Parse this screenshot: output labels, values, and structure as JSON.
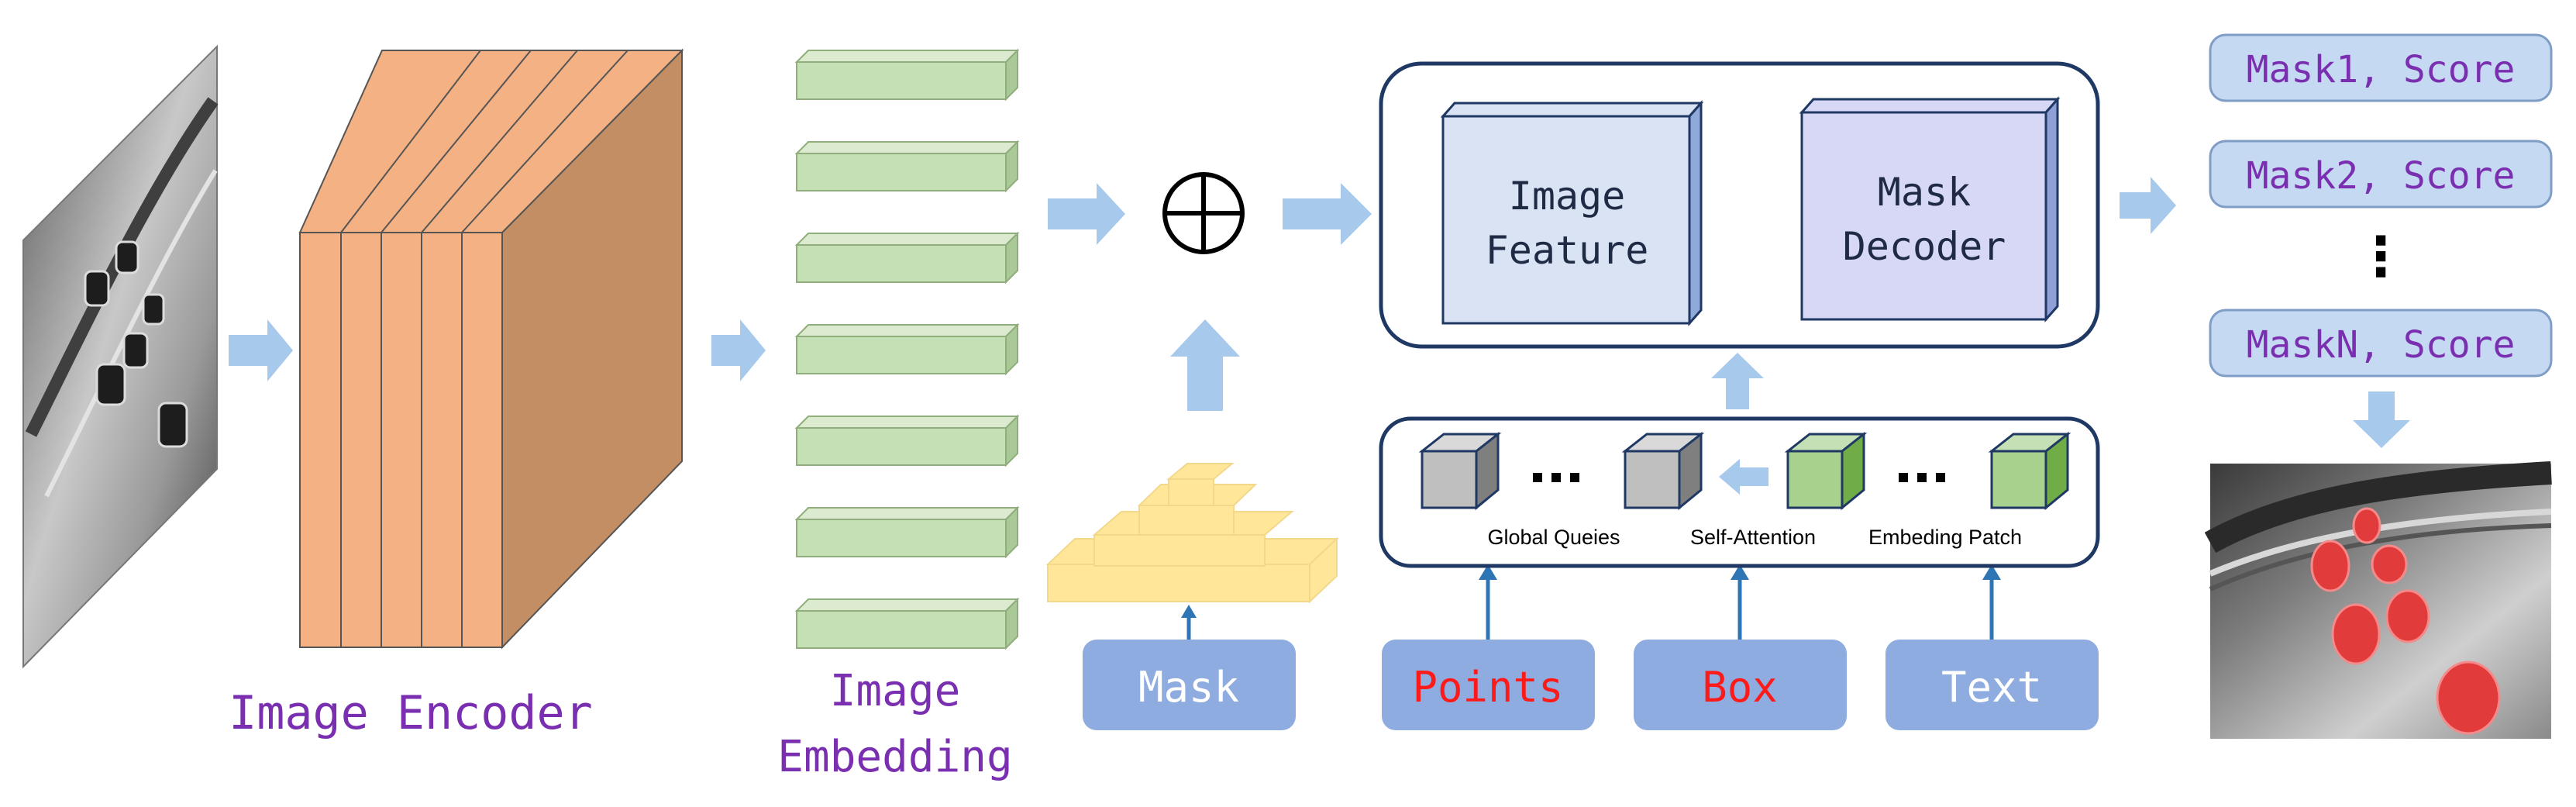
{
  "labels": {
    "image_encoder": "Image Encoder",
    "image_embedding_line1": "Image",
    "image_embedding_line2": "Embedding",
    "image_feature_line1": "Image",
    "image_feature_line2": "Feature",
    "mask_decoder_line1": "Mask",
    "mask_decoder_line2": "Decoder",
    "global_queies": "Global Queies",
    "self_attention": "Self-Attention",
    "embeding_patch": "Embeding Patch",
    "mask": "Mask",
    "points": "Points",
    "box": "Box",
    "text": "Text",
    "vertical_dots": "⋮"
  },
  "outputs": [
    "Mask1, Score",
    "Mask2, Score",
    "MaskN, Score"
  ],
  "colors": {
    "purple_label": "#7a2fb0",
    "red_prompt": "#ff1a1a",
    "arrow_fill": "#a7c9ec",
    "prompt_box_fill": "#8eacdf",
    "output_box_fill": "#c5daf2",
    "encoder_front": "#f4b183",
    "encoder_side": "#c48e64",
    "embedding_fill": "#c5e0b4",
    "feature_fill": "#dae3f3",
    "decoder_fill": "#d7d7f6",
    "panel_border": "#1f3864",
    "pyramid_fill": "#ffe699",
    "cube_gray": "#bfbfbf",
    "cube_green": "#a9d18e",
    "mask_red": "#e23b3b"
  },
  "icons": {
    "sum": "circle-plus-icon",
    "arrow": "right-arrow-icon"
  }
}
